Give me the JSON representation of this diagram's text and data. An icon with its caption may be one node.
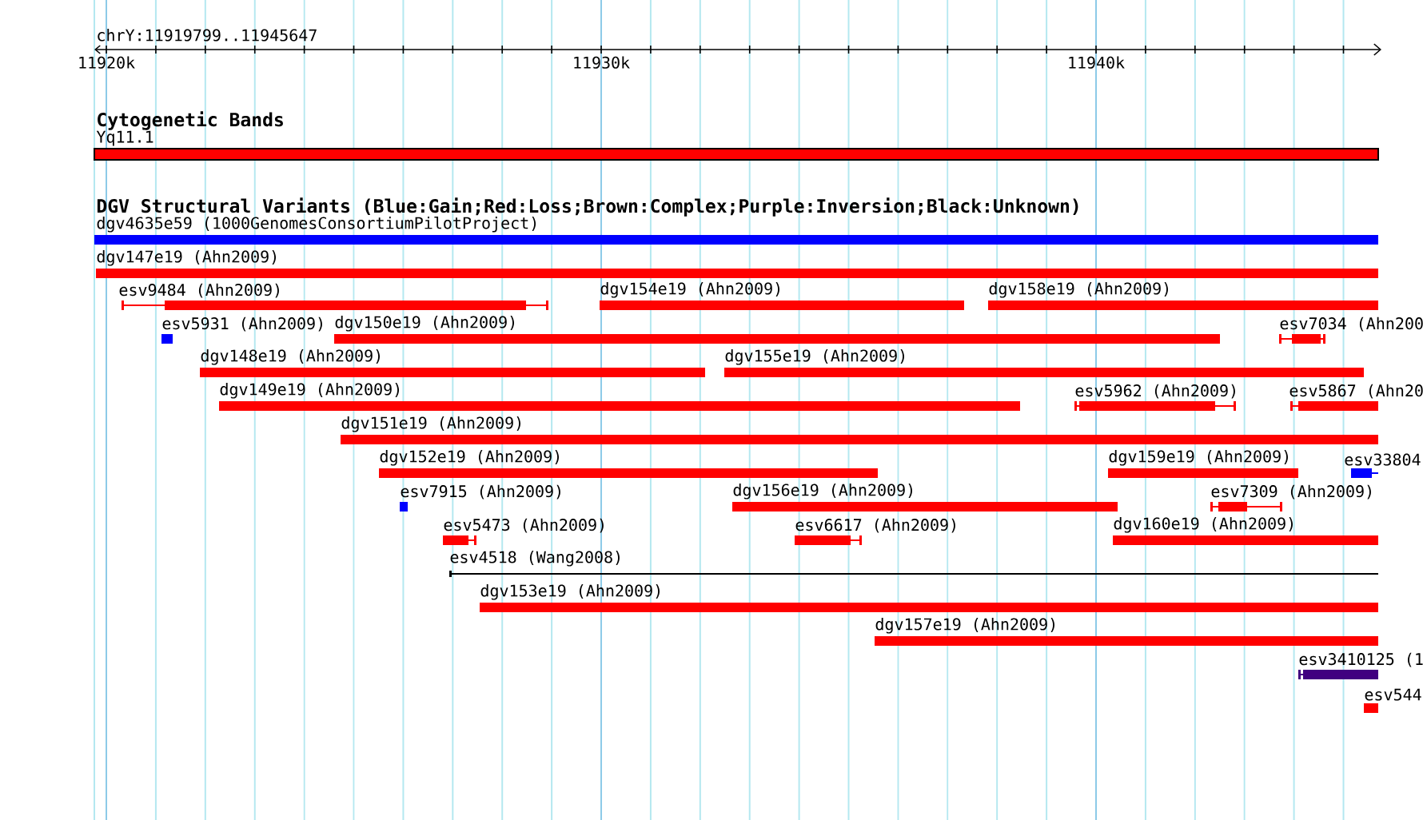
{
  "diagram": {
    "nodes": [
      {
        "text": [
          "Yq11.1"
        ]
      },
      {
        "text": [
          "dgv4635e59 (1000GenomesConsortiumPilotProject)"
        ]
      },
      {
        "text": [
          "dgv147e19 (Ahn2009)"
        ]
      },
      {
        "text": [
          "esv9484 (Ahn2009)"
        ]
      },
      {
        "text": [
          "dgv154e19 (Ahn2009)"
        ]
      },
      {
        "text": [
          "dgv158e19 (Ahn2009)"
        ]
      },
      {
        "text": [
          "esv5931 (Ahn2009)"
        ]
      },
      {
        "text": [
          "dgv150e19 (Ahn2009)"
        ]
      },
      {
        "text": [
          "esv7034 (Ahn200"
        ]
      },
      {
        "text": [
          "dgv148e19 (Ahn2009)"
        ]
      },
      {
        "text": [
          "dgv155e19 (Ahn2009)"
        ]
      },
      {
        "text": [
          "dgv149e19 (Ahn2009)"
        ]
      },
      {
        "text": [
          "esv5962 (Ahn2009)"
        ]
      },
      {
        "text": [
          "esv5867 (Ahn20"
        ]
      },
      {
        "text": [
          "dgv151e19 (Ahn2009)"
        ]
      },
      {
        "text": [
          "dgv152e19 (Ahn2009)"
        ]
      },
      {
        "text": [
          "dgv159e19 (Ahn2009)"
        ]
      },
      {
        "text": [
          "esv33804"
        ]
      },
      {
        "text": [
          "esv7915 (Ahn2009)"
        ]
      },
      {
        "text": [
          "dgv156e19 (Ahn2009)"
        ]
      },
      {
        "text": [
          "esv7309 (Ahn2009)"
        ]
      },
      {
        "text": [
          "esv5473 (Ahn2009)"
        ]
      },
      {
        "text": [
          "esv6617 (Ahn2009)"
        ]
      },
      {
        "text": [
          "dgv160e19 (Ahn2009)"
        ]
      },
      {
        "text": [
          "esv4518 (Wang2008)"
        ]
      },
      {
        "text": [
          "dgv153e19 (Ahn2009)"
        ]
      },
      {
        "text": [
          "dgv157e19 (Ahn2009)"
        ]
      },
      {
        "text": [
          "esv3410125 (1"
        ]
      },
      {
        "text": [
          "esv544"
        ]
      }
    ],
    "labels": [
      "chrY:11919799..11945647",
      "11920k",
      "11930k",
      "11940k",
      "Cytogenetic Bands",
      "DGV Structural Variants (Blue:Gain;Red:Loss;Brown:Complex;Purple:Inversion;Black:Unknown)"
    ]
  }
}
